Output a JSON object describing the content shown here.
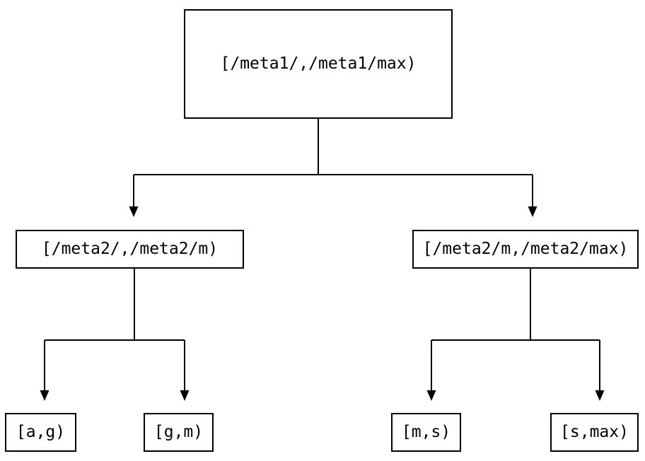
{
  "diagram": {
    "type": "tree",
    "background_color": "#ffffff",
    "line_color": "#000000",
    "text_color": "#000000"
  },
  "nodes": {
    "root": {
      "label": "[/meta1/,/meta1/max)"
    },
    "level1_left": {
      "label": "[/meta2/,/meta2/m)"
    },
    "level1_right": {
      "label": "[/meta2/m,/meta2/max)"
    },
    "leaf_ag": {
      "label": "[a,g)"
    },
    "leaf_gm": {
      "label": "[g,m)"
    },
    "leaf_ms": {
      "label": "[m,s)"
    },
    "leaf_smax": {
      "label": "[s,max)"
    }
  },
  "edges": [
    {
      "from": "root",
      "to": "level1_left"
    },
    {
      "from": "root",
      "to": "level1_right"
    },
    {
      "from": "level1_left",
      "to": "leaf_ag"
    },
    {
      "from": "level1_left",
      "to": "leaf_gm"
    },
    {
      "from": "level1_right",
      "to": "leaf_ms"
    },
    {
      "from": "level1_right",
      "to": "leaf_smax"
    }
  ]
}
